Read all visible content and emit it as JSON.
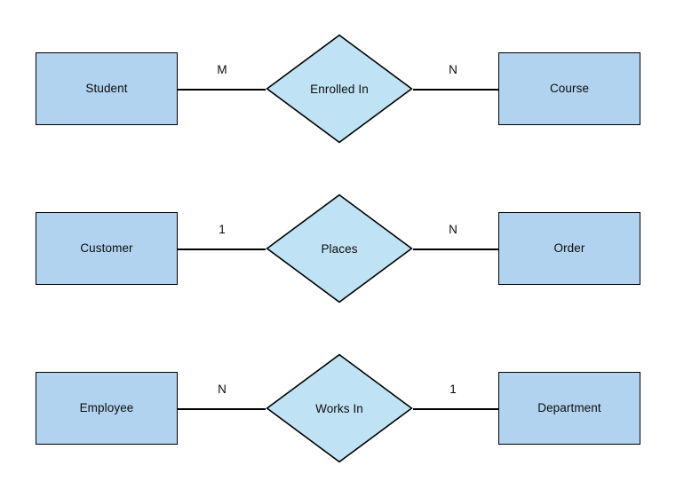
{
  "diagram": {
    "type": "entity-relationship-diagram",
    "background_color": "#ffffff",
    "entity_fill_color": "#b1d3ef",
    "relationship_fill_color": "#c0e2f5",
    "stroke_color": "#000000",
    "text_color": "#0d0d0d",
    "rows": [
      {
        "left_entity": "Student",
        "left_cardinality": "M",
        "relationship": "Enrolled In",
        "right_cardinality": "N",
        "right_entity": "Course"
      },
      {
        "left_entity": "Customer",
        "left_cardinality": "1",
        "relationship": "Places",
        "right_cardinality": "N",
        "right_entity": "Order"
      },
      {
        "left_entity": "Employee",
        "left_cardinality": "N",
        "relationship": "Works In",
        "right_cardinality": "1",
        "right_entity": "Department"
      }
    ]
  }
}
